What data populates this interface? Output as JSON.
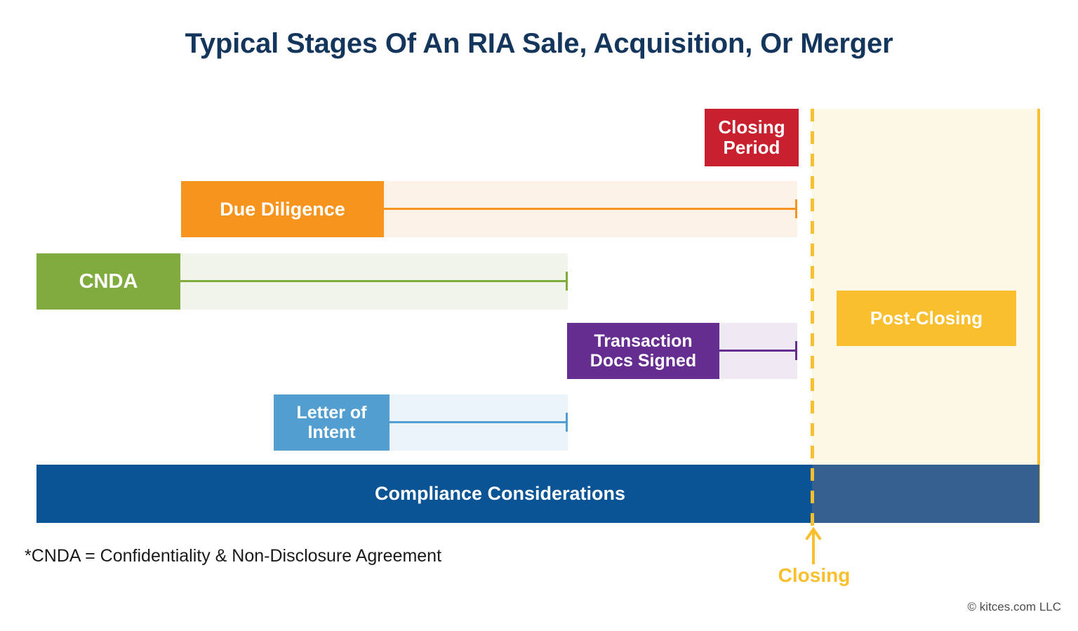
{
  "title": "Typical Stages Of An RIA Sale, Acquisition, Or Merger",
  "footnote": "*CNDA = Confidentiality & Non-Disclosure Agreement",
  "copyright": "© kitces.com LLC",
  "milestone": {
    "label": "Closing",
    "color": "#f9bf2e"
  },
  "regions": {
    "post_closing": {
      "label": "Post-Closing",
      "color": "#f9bf2e",
      "fill": "#fdf7e6"
    },
    "closing_period": {
      "label": "Closing Period",
      "label_line1": "Closing",
      "label_line2": "Period",
      "color": "#c8202f"
    }
  },
  "chart_data": {
    "type": "bar",
    "title": "Typical Stages Of An RIA Sale, Acquisition, Or Merger",
    "xlabel": "",
    "ylabel": "",
    "grid": false,
    "legend": "none",
    "note": "Gantt-style horizontal timeline; x axis is unlabeled relative time. Values below are pixel-derived relative start/end positions on a 0-100 timeline where 100 = right edge of the Post-Closing region.",
    "categories": [
      "Closing Period",
      "Due Diligence",
      "CNDA",
      "Transaction Docs Signed",
      "Letter of Intent",
      "Compliance Considerations"
    ],
    "series": [
      {
        "name": "Stage span",
        "bars": [
          {
            "label": "Closing Period",
            "label_line1": "Closing",
            "label_line2": "Period",
            "color": "#c8202f",
            "tint": "",
            "start": 66.6,
            "end": 75.9,
            "has_tail": false,
            "text_color": "#ffffff"
          },
          {
            "label": "Due Diligence",
            "label_line1": "Due Diligence",
            "label_line2": "",
            "color": "#f7941e",
            "tint": "#fdf2e7",
            "start": 14.4,
            "end": 75.8,
            "block_end": 34.6,
            "has_tail": true,
            "text_color": "#ffffff"
          },
          {
            "label": "CNDA",
            "label_line1": "CNDA",
            "label_line2": "",
            "color": "#7fab3f",
            "tint": "#f0f4ea",
            "start": 0.0,
            "end": 52.9,
            "block_end": 14.3,
            "has_tail": true,
            "text_color": "#ffffff"
          },
          {
            "label": "Transaction Docs Signed",
            "label_line1": "Transaction",
            "label_line2": "Docs Signed",
            "color": "#652d90",
            "tint": "#efe9f4",
            "start": 52.8,
            "end": 75.8,
            "block_end": 67.9,
            "has_tail": true,
            "text_color": "#ffffff"
          },
          {
            "label": "Letter of Intent",
            "label_line1": "Letter of",
            "label_line2": "Intent",
            "color": "#529ed0",
            "tint": "#ecf4fb",
            "start": 23.7,
            "end": 52.9,
            "block_end": 34.9,
            "has_tail": true,
            "text_color": "#ffffff"
          },
          {
            "label": "Compliance Considerations",
            "label_line1": "Compliance Considerations",
            "label_line2": "",
            "color": "#0a5394",
            "color_after_closing": "#35608f",
            "tint": "",
            "start": 0.0,
            "end": 100.0,
            "has_tail": false,
            "text_color": "#ffffff"
          }
        ]
      }
    ],
    "annotations": [
      {
        "name": "closing",
        "label": "Closing",
        "x": 77.3,
        "style": "dashed-vertical-line-with-arrow",
        "color": "#f9bf2e"
      },
      {
        "name": "post-closing-region",
        "label": "Post-Closing",
        "x_start": 77.3,
        "x_end": 100.0,
        "color": "#f9bf2e",
        "fill": "#fdf7e6"
      }
    ]
  }
}
